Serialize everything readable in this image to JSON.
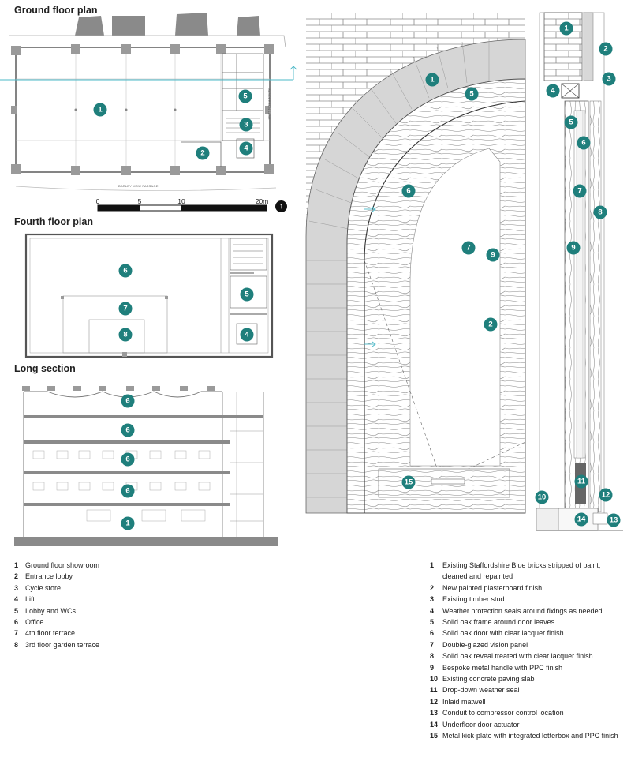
{
  "titles": {
    "ground": "Ground floor plan",
    "fourth": "Fourth floor plan",
    "section": "Long section"
  },
  "scale": {
    "labels": [
      "0",
      "5",
      "10",
      "20m"
    ]
  },
  "north_glyph": "↑",
  "plan_text": {
    "passage": "BARLEY MOW PASSAGE",
    "lane": "SANDERSON LANE"
  },
  "legend_left": [
    {
      "n": "1",
      "t": "Ground floor showroom"
    },
    {
      "n": "2",
      "t": "Entrance lobby"
    },
    {
      "n": "3",
      "t": "Cycle store"
    },
    {
      "n": "4",
      "t": "Lift"
    },
    {
      "n": "5",
      "t": "Lobby and WCs"
    },
    {
      "n": "6",
      "t": "Office"
    },
    {
      "n": "7",
      "t": "4th floor terrace"
    },
    {
      "n": "8",
      "t": "3rd floor garden terrace"
    }
  ],
  "legend_right": [
    {
      "n": "1",
      "t": "Existing Staffordshire Blue bricks stripped of paint, cleaned and repainted"
    },
    {
      "n": "2",
      "t": "New painted plasterboard finish"
    },
    {
      "n": "3",
      "t": "Existing timber stud"
    },
    {
      "n": "4",
      "t": "Weather protection seals around fixings as needed"
    },
    {
      "n": "5",
      "t": "Solid oak frame around door leaves"
    },
    {
      "n": "6",
      "t": "Solid oak door with clear lacquer finish"
    },
    {
      "n": "7",
      "t": "Double-glazed vision panel"
    },
    {
      "n": "8",
      "t": "Solid oak reveal treated with clear lacquer finish"
    },
    {
      "n": "9",
      "t": "Bespoke metal handle with PPC finish"
    },
    {
      "n": "10",
      "t": "Existing concrete paving slab"
    },
    {
      "n": "11",
      "t": "Drop-down weather seal"
    },
    {
      "n": "12",
      "t": "Inlaid matwell"
    },
    {
      "n": "13",
      "t": "Conduit to compressor control location"
    },
    {
      "n": "14",
      "t": "Underfloor door actuator"
    },
    {
      "n": "15",
      "t": "Metal kick-plate with integrated letterbox and PPC finish"
    }
  ],
  "markers": {
    "ground": [
      "1",
      "2",
      "3",
      "4",
      "5"
    ],
    "fourth": [
      "6",
      "7",
      "8",
      "5",
      "4"
    ],
    "section": [
      "6",
      "6",
      "6",
      "6",
      "1"
    ],
    "elevation": [
      "1",
      "5",
      "6",
      "7",
      "9",
      "2",
      "15"
    ],
    "detail": [
      "1",
      "2",
      "3",
      "4",
      "5",
      "6",
      "7",
      "8",
      "9",
      "10",
      "11",
      "12",
      "13",
      "14"
    ]
  },
  "colors": {
    "accent": "#1f7f7c",
    "wall": "#9a9a9a",
    "line": "#555555",
    "grid": "#4bb8c7"
  }
}
